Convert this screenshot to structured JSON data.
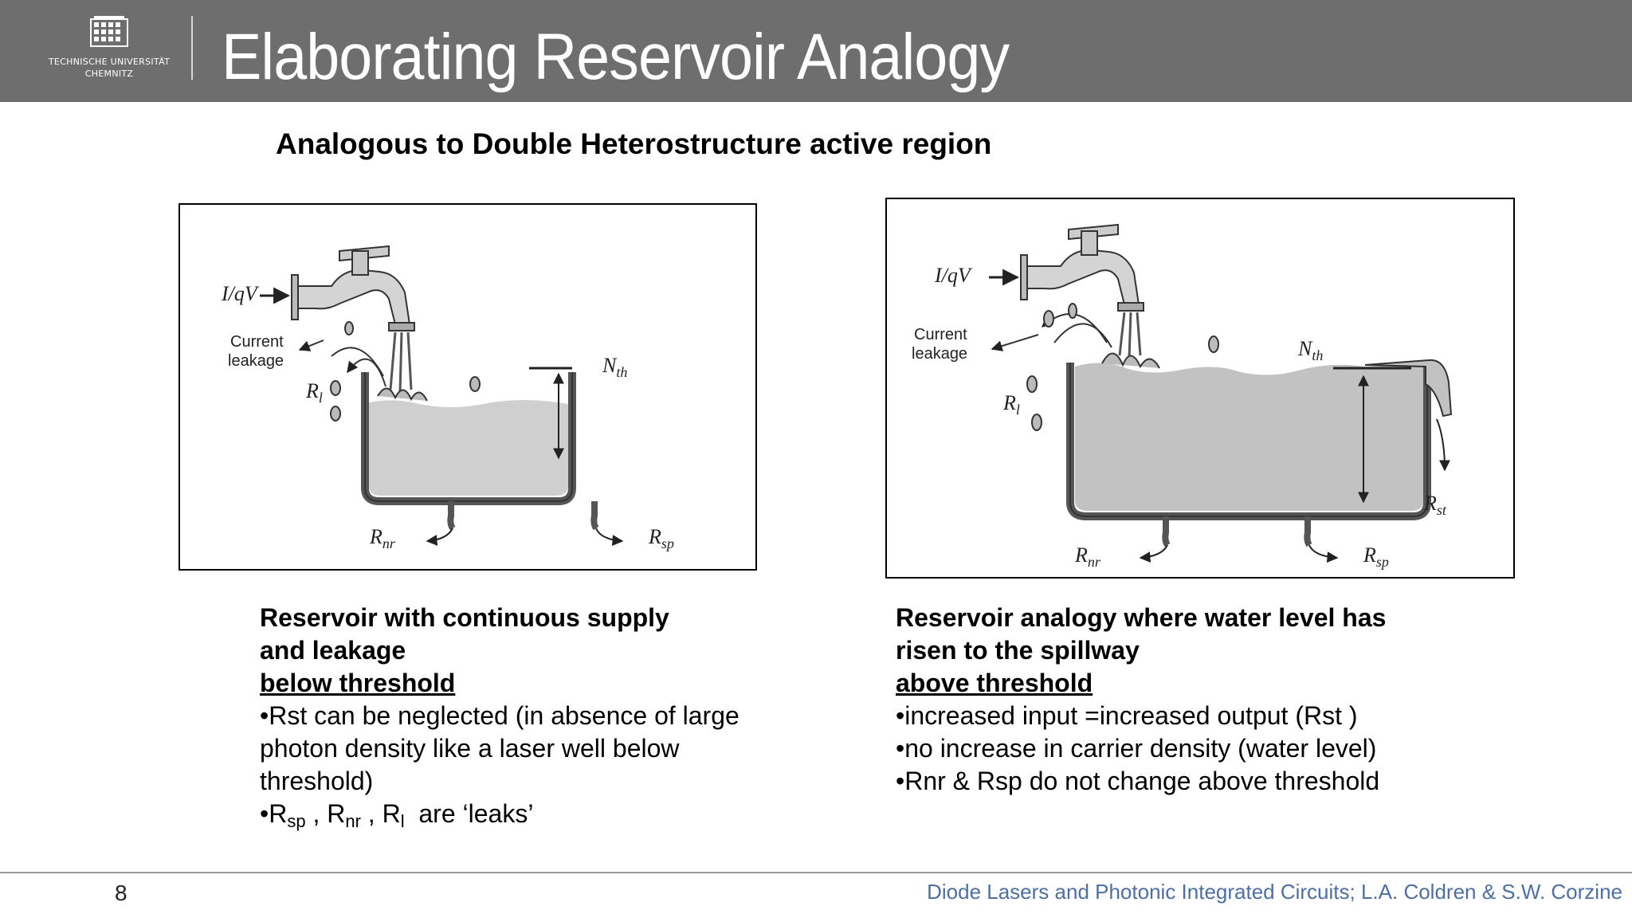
{
  "header": {
    "title": "Elaborating Reservoir Analogy",
    "logo_line1": "TECHNISCHE UNIVERSITÄT",
    "logo_line2": "CHEMNITZ"
  },
  "subtitle": "Analogous to Double Heterostructure active region",
  "figure1": {
    "label_input": "I/qV",
    "label_leakage_1": "Current",
    "label_leakage_2": "leakage",
    "label_rl": "R",
    "label_rl_sub": "l",
    "label_nth": "N",
    "label_nth_sub": "th",
    "label_rnr": "R",
    "label_rnr_sub": "nr",
    "label_rsp": "R",
    "label_rsp_sub": "sp"
  },
  "figure2": {
    "label_input": "I/qV",
    "label_leakage_1": "Current",
    "label_leakage_2": "leakage",
    "label_rl": "R",
    "label_rl_sub": "l",
    "label_nth": "N",
    "label_nth_sub": "th",
    "label_rnr": "R",
    "label_rnr_sub": "nr",
    "label_rsp": "R",
    "label_rsp_sub": "sp",
    "label_rst": "R",
    "label_rst_sub": "st"
  },
  "caption_left": {
    "line1": "Reservoir with continuous supply",
    "line2": "and leakage",
    "heading": "below threshold",
    "bullet1": "•Rst can be neglected (in absence of large photon density like a laser well below threshold)",
    "bullet2_r1": "•R",
    "bullet2_sub1": "sp",
    "bullet2_r2": " , R",
    "bullet2_sub2": "nr",
    "bullet2_r3": " , R",
    "bullet2_sub3": "l",
    "bullet2_tail": "  are ‘leaks’"
  },
  "caption_right": {
    "line1": "Reservoir analogy where water level has",
    "line2": "risen to the spillway",
    "heading": "above threshold",
    "bullet1": "•increased input =increased output (Rst )",
    "bullet2": "•no increase in carrier density (water level)",
    "bullet3": "•Rnr & Rsp do not change above threshold"
  },
  "footer": {
    "page_number": "8",
    "citation": "Diode Lasers and Photonic Integrated Circuits; L.A. Coldren & S.W. Corzine"
  },
  "colors": {
    "header_bg": "#6e6e6e",
    "water": "#cfcfcf",
    "citation": "#4d6fa6"
  }
}
